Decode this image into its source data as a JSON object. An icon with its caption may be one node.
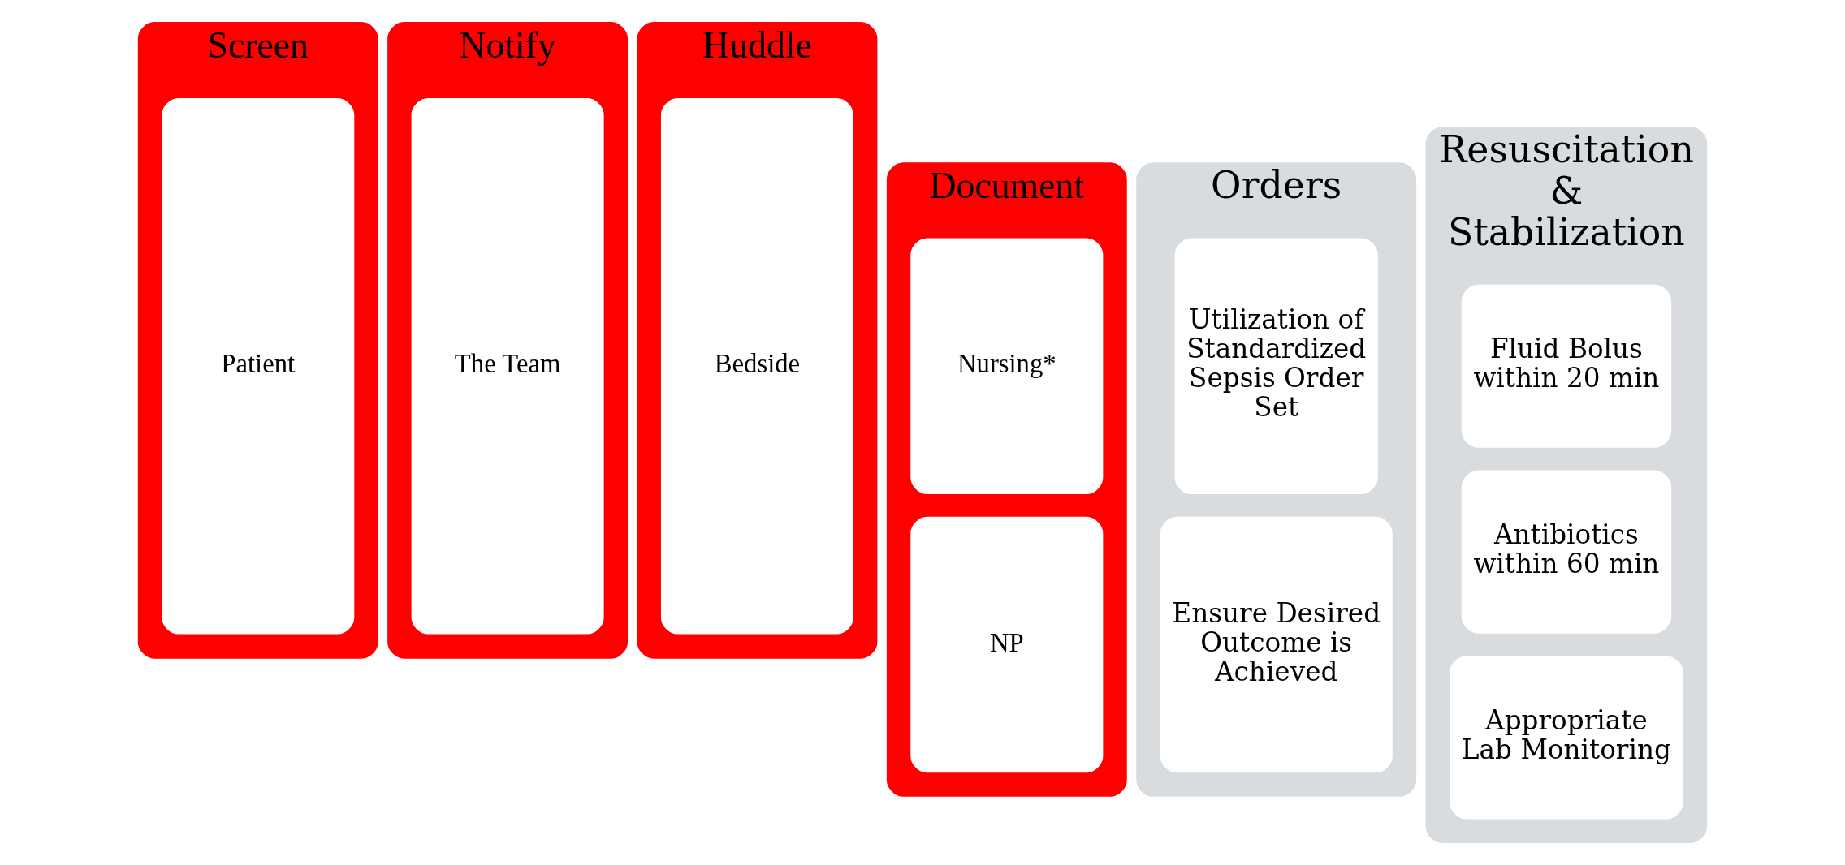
{
  "diagram": {
    "nodes": [
      {
        "text": [
          "Screen"
        ]
      },
      {
        "text": [
          "Patient"
        ],
        "in": 0
      },
      {
        "text": [
          "Notify"
        ]
      },
      {
        "text": [
          "The Team"
        ],
        "in": 2
      },
      {
        "text": [
          "Huddle"
        ]
      },
      {
        "text": [
          "Bedside"
        ],
        "in": 4
      },
      {
        "text": [
          "Document"
        ]
      },
      {
        "text": [
          "Nursing*"
        ],
        "in": 6
      },
      {
        "text": [
          "NP"
        ],
        "in": 6
      },
      {
        "text": [
          "Orders"
        ]
      },
      {
        "text": [
          "Utilization of Standardized Sepsis Order Set"
        ],
        "in": 9
      },
      {
        "text": [
          "Ensure Desired Outcome is Achieved"
        ],
        "in": 9
      },
      {
        "text": [
          "Resuscitation & Stabilization"
        ]
      },
      {
        "text": [
          "Fluid Bolus within 20 min"
        ],
        "in": 12
      },
      {
        "text": [
          "Antibiotics within 60 min"
        ],
        "in": 12
      },
      {
        "text": [
          "Appropriate Lab Monitoring"
        ],
        "in": 12
      }
    ]
  }
}
